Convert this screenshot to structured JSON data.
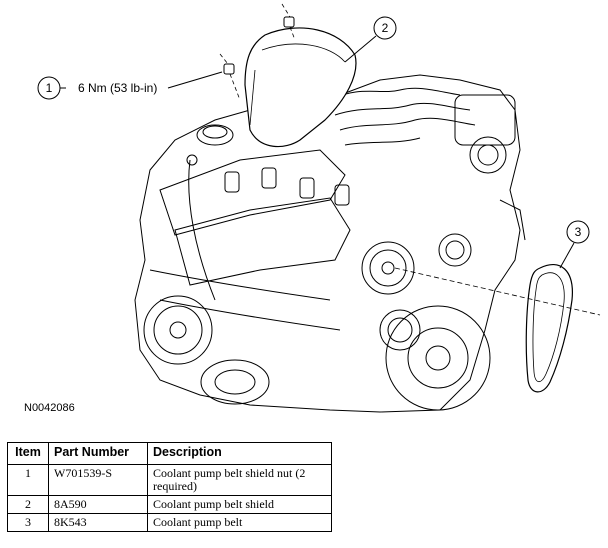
{
  "figure": {
    "id": "N0042086",
    "callouts": [
      {
        "number": "1",
        "text": "6 Nm (53 lb-in)"
      },
      {
        "number": "2",
        "text": ""
      },
      {
        "number": "3",
        "text": ""
      }
    ]
  },
  "table": {
    "headers": [
      "Item",
      "Part Number",
      "Description"
    ],
    "rows": [
      {
        "item": "1",
        "part_number": "W701539-S",
        "description": "Coolant pump belt shield nut (2 required)"
      },
      {
        "item": "2",
        "part_number": "8A590",
        "description": "Coolant pump belt shield"
      },
      {
        "item": "3",
        "part_number": "8K543",
        "description": "Coolant pump belt"
      }
    ]
  }
}
